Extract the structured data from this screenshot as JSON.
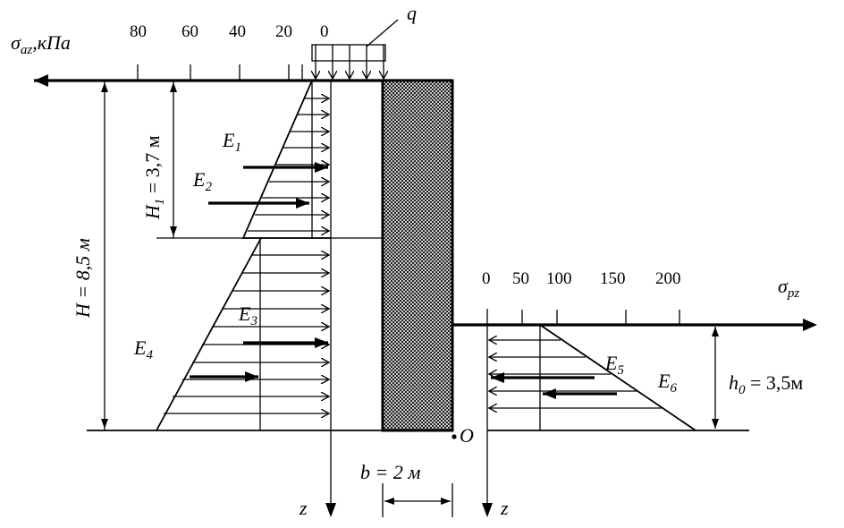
{
  "active_pressure_axis": {
    "symbol": "σ",
    "subscript": "az",
    "unit": ",кПа",
    "ticks": [
      "80",
      "60",
      "40",
      "20",
      "0"
    ]
  },
  "passive_pressure_axis": {
    "symbol": "σ",
    "subscript": "pz",
    "ticks": [
      "0",
      "50",
      "100",
      "150",
      "200"
    ]
  },
  "surcharge_label": "q",
  "dimensions": {
    "H_full": "H = 8,5 м",
    "H1_symbol": "H",
    "H1_sub": "1",
    "H1_value": " = 3,7 м",
    "b": "b = 2 м",
    "h0_symbol": "h",
    "h0_sub": "0",
    "h0_value": " = 3,5м"
  },
  "forces": [
    {
      "id": "E1",
      "symbol": "E",
      "sub": "1"
    },
    {
      "id": "E2",
      "symbol": "E",
      "sub": "2"
    },
    {
      "id": "E3",
      "symbol": "E",
      "sub": "3"
    },
    {
      "id": "E4",
      "symbol": "E",
      "sub": "4"
    },
    {
      "id": "E5",
      "symbol": "E",
      "sub": "5"
    },
    {
      "id": "E6",
      "symbol": "E",
      "sub": "6"
    }
  ],
  "point_label": "O",
  "depth_axis_label": "z"
}
